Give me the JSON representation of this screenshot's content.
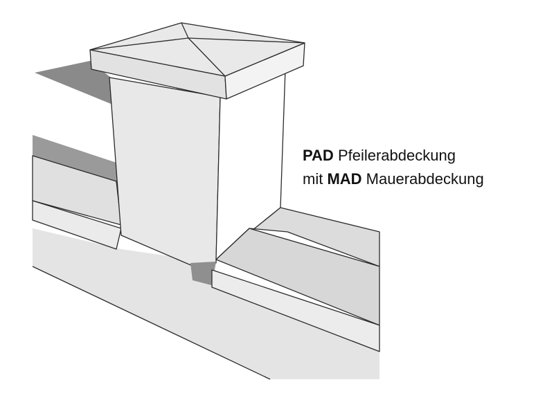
{
  "caption": {
    "line1_bold": "PAD",
    "line1_text": " Pfeilerabdeckung",
    "line2_prefix": "mit ",
    "line2_bold": "MAD",
    "line2_text": " Mauerabdeckung"
  },
  "colors": {
    "face_light": "#e6e6e6",
    "face_mid": "#d4d4d4",
    "shadow": "#8a8a8a",
    "line": "#2a2a2a"
  }
}
